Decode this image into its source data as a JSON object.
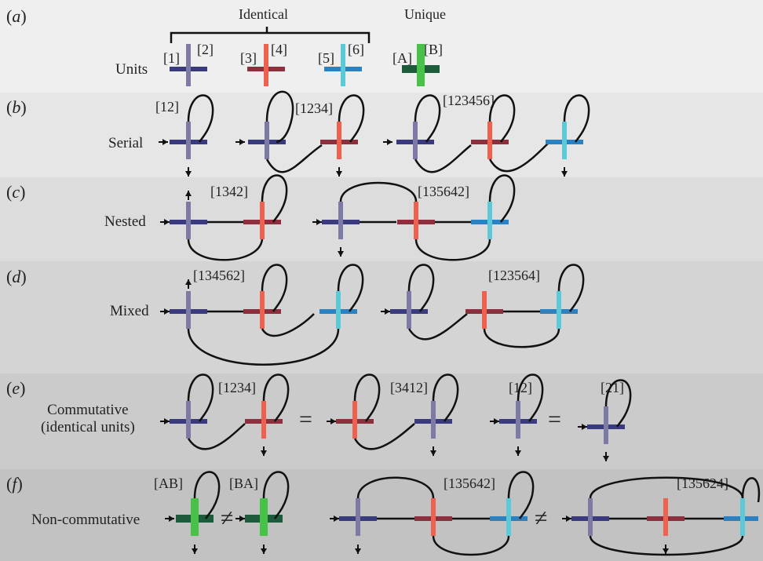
{
  "colors": {
    "unit12_v": "#7d7ba6",
    "unit12_h": "#3a3a7e",
    "unit34_v": "#f0604f",
    "unit34_h": "#8e2f3e",
    "unit56_v": "#5ccad6",
    "unit56_h": "#2a82c2",
    "uniqueAB_v": "#48c148",
    "uniqueAB_h": "#1e5a3c",
    "panel_bg": [
      "#efefef",
      "#e6e6e6",
      "#dcdcdc",
      "#d4d4d4",
      "#cbcbcb",
      "#c2c2c2"
    ]
  },
  "panels": {
    "a": {
      "label": "a",
      "group_identical": "Identical",
      "group_unique": "Unique",
      "row_label": "Units",
      "tags": [
        "[1]",
        "[2]",
        "[3]",
        "[4]",
        "[5]",
        "[6]",
        "[A]",
        "[B]"
      ]
    },
    "b": {
      "label": "b",
      "row_label": "Serial",
      "tags": [
        "[12]",
        "[1234]",
        "[123456]"
      ]
    },
    "c": {
      "label": "c",
      "row_label": "Nested",
      "tags": [
        "[1342]",
        "[135642]"
      ]
    },
    "d": {
      "label": "d",
      "row_label": "Mixed",
      "tags": [
        "[134562]",
        "[123564]"
      ]
    },
    "e": {
      "label": "e",
      "row_label_line1": "Commutative",
      "row_label_line2": "(identical units)",
      "tags": [
        "[1234]",
        "[3412]",
        "[12]",
        "[21]"
      ],
      "equals": "="
    },
    "f": {
      "label": "f",
      "row_label": "Non-commutative",
      "tags": [
        "[AB]",
        "[BA]",
        "[135642]",
        "[135624]"
      ],
      "not_equal": "≠"
    }
  }
}
